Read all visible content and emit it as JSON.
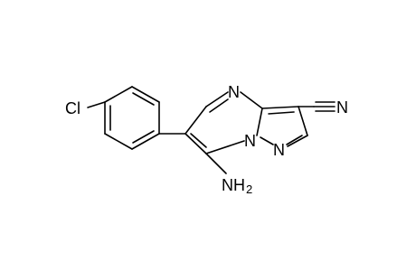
{
  "molecule": {
    "atoms": {
      "chlorine": "Cl",
      "pyrimidine_n": "N",
      "bridge_n": "N",
      "pyrazole_n": "N",
      "nitrile_n": "N",
      "amino_n": "NH",
      "amino_h_count": "2"
    },
    "colors": {
      "bond": "#000000",
      "label": "#000000",
      "background": "#ffffff"
    }
  }
}
